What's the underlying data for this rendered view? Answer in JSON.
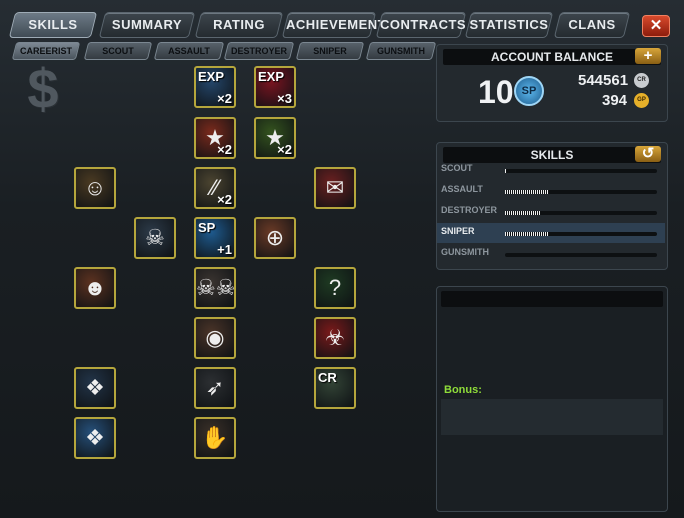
{
  "tabs": [
    "SKILLS",
    "SUMMARY",
    "RATING",
    "ACHIEVEMENTS",
    "CONTRACTS",
    "STATISTICS",
    "CLANS"
  ],
  "close_label": "✕",
  "subtabs": [
    "CAREERIST",
    "SCOUT",
    "ASSAULT",
    "DESTROYER",
    "SNIPER",
    "GUNSMITH"
  ],
  "dollar_symbol": "$",
  "skill_icons": [
    {
      "name": "xp-x2-icon",
      "glyph": "EXP",
      "mult": "×2",
      "color": "#24466a"
    },
    {
      "name": "xp-x3-icon",
      "glyph": "EXP",
      "mult": "×3",
      "color": "#7a1420"
    },
    {
      "name": "cr-x2-icon",
      "glyph": "★",
      "mult": "×2",
      "color": "#7a2a1c"
    },
    {
      "name": "rank-x2-icon",
      "glyph": "★",
      "mult": "×2",
      "color": "#34531e"
    },
    {
      "name": "soldier-exp-icon",
      "glyph": "☺",
      "mult": "",
      "color": "#4a3a22"
    },
    {
      "name": "bullets-x2-icon",
      "glyph": "⁄⁄",
      "mult": "×2",
      "color": "#4b4430"
    },
    {
      "name": "classified-icon",
      "glyph": "✉",
      "mult": "",
      "color": "#6a2020"
    },
    {
      "name": "skull-icon",
      "glyph": "☠",
      "mult": "",
      "color": "#2c3a48"
    },
    {
      "name": "sp-plus-one-icon",
      "glyph": "SP",
      "mult": "+1",
      "color": "#1e5a8e"
    },
    {
      "name": "crosshair-icon",
      "glyph": "⊕",
      "mult": "",
      "color": "#6a3a26"
    },
    {
      "name": "wolf-exp-icon",
      "glyph": "☻",
      "mult": "",
      "color": "#5c3220"
    },
    {
      "name": "skulls-icon",
      "glyph": "☠☠",
      "mult": "",
      "color": "#3a3430"
    },
    {
      "name": "unknown-mission-icon",
      "glyph": "?",
      "mult": "",
      "color": "#1e3a22"
    },
    {
      "name": "bear-icon",
      "glyph": "◉",
      "mult": "",
      "color": "#4a3428"
    },
    {
      "name": "locked-skill-icon",
      "glyph": "☣",
      "mult": "",
      "color": "#7a1a1a"
    },
    {
      "name": "eagle-icon",
      "glyph": "❖",
      "mult": "",
      "color": "#223448"
    },
    {
      "name": "rifle-icon",
      "glyph": "➶",
      "mult": "",
      "color": "#2c2f32"
    },
    {
      "name": "cr-cart-icon",
      "glyph": "CR",
      "mult": "",
      "color": "#334436"
    },
    {
      "name": "eagle-exp-icon",
      "glyph": "❖",
      "mult": "",
      "color": "#26507a"
    },
    {
      "name": "handshake-icon",
      "glyph": "✋",
      "mult": "",
      "color": "#3a3028"
    }
  ],
  "account": {
    "title": "ACCOUNT BALANCE",
    "add_label": "+",
    "sp": "10",
    "sp_label": "SP",
    "cr_value": "544561",
    "cr_label": "CR",
    "gp_value": "394",
    "gp_label": "GP"
  },
  "skills_panel": {
    "title": "SKILLS",
    "reset_label": "↺",
    "rows": [
      {
        "name": "SCOUT",
        "progress": 0.01
      },
      {
        "name": "ASSAULT",
        "progress": 0.29
      },
      {
        "name": "DESTROYER",
        "progress": 0.24
      },
      {
        "name": "SNIPER",
        "progress": 0.28
      },
      {
        "name": "GUNSMITH",
        "progress": 0.0
      }
    ]
  },
  "info_panel": {
    "bonus_label": "Bonus:"
  }
}
